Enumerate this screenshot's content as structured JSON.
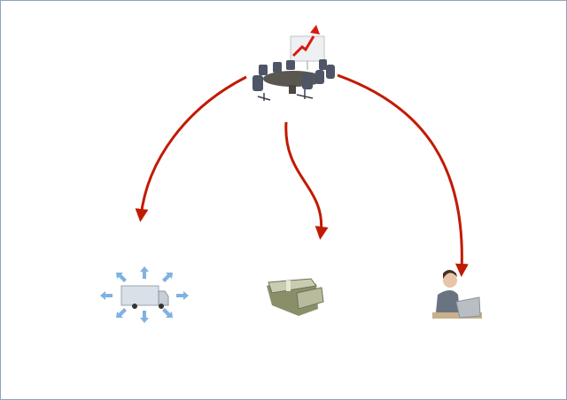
{
  "diagram": {
    "nodes": [
      {
        "id": "management",
        "icon": "meeting-room-icon"
      },
      {
        "id": "logistics",
        "icon": "delivery-truck-icon"
      },
      {
        "id": "finance",
        "icon": "money-stack-icon"
      },
      {
        "id": "customer-service",
        "icon": "operator-icon"
      }
    ],
    "edges": [
      {
        "from": "management",
        "to": "logistics"
      },
      {
        "from": "management",
        "to": "finance"
      },
      {
        "from": "management",
        "to": "customer-service"
      }
    ]
  },
  "colors": {
    "arrow": "#c21a00",
    "frame": "#8ea3bf",
    "truck_arrows": "#7fb2e0",
    "chair": "#4a5568",
    "money": "#8a8f6a"
  }
}
